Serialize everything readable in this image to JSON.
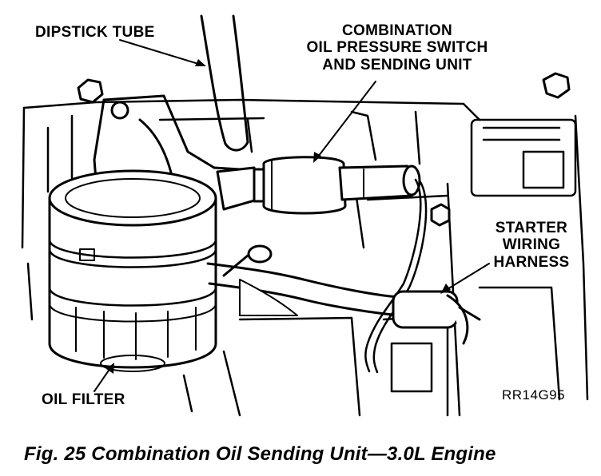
{
  "labels": {
    "dipstick_tube": "DIPSTICK TUBE",
    "oil_pressure_unit": [
      "COMBINATION",
      "OIL PRESSURE SWITCH",
      "AND SENDING UNIT"
    ],
    "starter_harness": [
      "STARTER",
      "WIRING",
      "HARNESS"
    ],
    "oil_filter": "OIL FILTER"
  },
  "figure_code": "RR14G95",
  "caption": "Fig. 25 Combination Oil Sending Unit—3.0L Engine",
  "colors": {
    "ink": "#000000",
    "paper": "#ffffff"
  }
}
